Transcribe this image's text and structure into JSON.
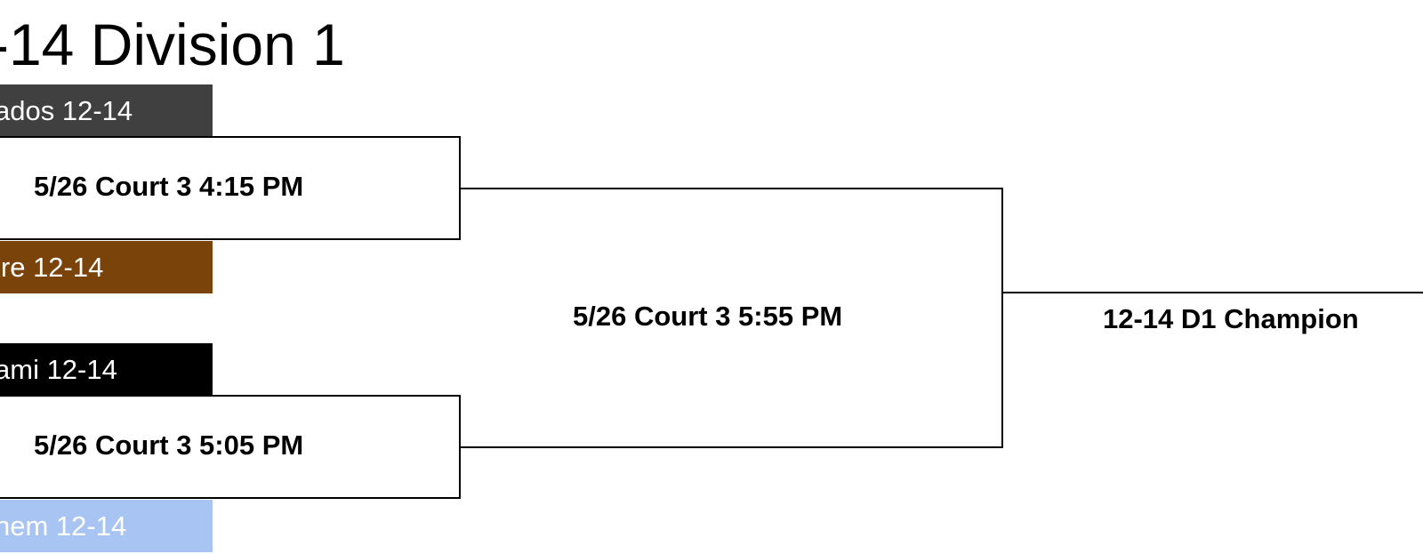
{
  "title": "-14 Division 1",
  "teams": [
    {
      "name": "ados 12-14",
      "bg": "#404040",
      "color": "#ffffff"
    },
    {
      "name": "ire 12-14",
      "bg": "#7a4309",
      "color": "#ffffff"
    },
    {
      "name": "ami 12-14",
      "bg": "#000000",
      "color": "#ffffff"
    },
    {
      "name": "hem 12-14",
      "bg": "#a7c4f2",
      "color": "#ffffff"
    }
  ],
  "round1": [
    {
      "label": "5/26 Court 3 4:15 PM"
    },
    {
      "label": "5/26 Court 3 5:05 PM"
    }
  ],
  "final_match": {
    "label": "5/26 Court 3 5:55 PM"
  },
  "champion": {
    "label": "12-14 D1 Champion"
  }
}
